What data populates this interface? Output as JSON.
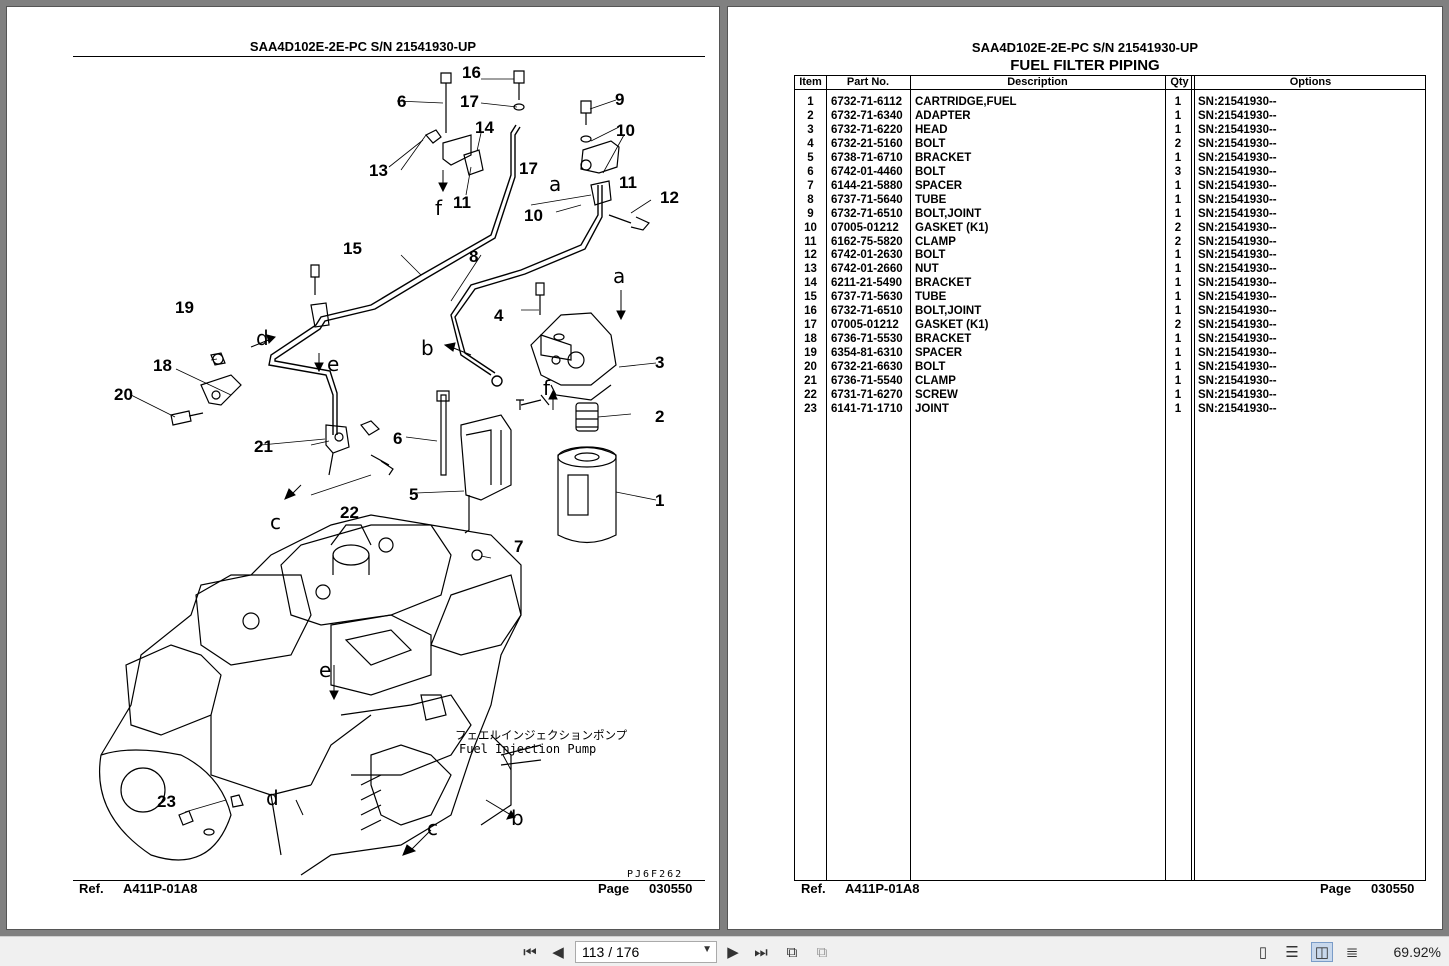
{
  "left_page": {
    "title": "SAA4D102E-2E-PC S/N 21541930-UP",
    "diagram_code": "PJ6F262",
    "pump_label_jp": "フェエルインジェクションポンプ",
    "pump_label_en": "Fuel Injection Pump",
    "callouts": [
      "1",
      "2",
      "3",
      "4",
      "5",
      "6",
      "6",
      "7",
      "8",
      "9",
      "10",
      "10",
      "11",
      "11",
      "12",
      "13",
      "14",
      "15",
      "16",
      "17",
      "17",
      "18",
      "19",
      "20",
      "21",
      "22",
      "23"
    ],
    "letters": [
      "a",
      "a",
      "b",
      "b",
      "c",
      "c",
      "d",
      "d",
      "e",
      "e",
      "f",
      "f"
    ],
    "footer": {
      "ref_label": "Ref.",
      "ref_value": "A411P-01A8",
      "page_label": "Page",
      "page_value": "030550"
    }
  },
  "right_page": {
    "title": "SAA4D102E-2E-PC S/N 21541930-UP",
    "subtitle": "FUEL FILTER PIPING",
    "table": {
      "headers": [
        "Item",
        "Part No.",
        "Description",
        "Qty",
        "Options"
      ],
      "rows": [
        [
          "1",
          "6732-71-6112",
          "CARTRIDGE,FUEL",
          "1",
          "SN:21541930--"
        ],
        [
          "2",
          "6732-71-6340",
          "ADAPTER",
          "1",
          "SN:21541930--"
        ],
        [
          "3",
          "6732-71-6220",
          "HEAD",
          "1",
          "SN:21541930--"
        ],
        [
          "4",
          "6732-21-5160",
          "BOLT",
          "2",
          "SN:21541930--"
        ],
        [
          "5",
          "6738-71-6710",
          "BRACKET",
          "1",
          "SN:21541930--"
        ],
        [
          "6",
          "6742-01-4460",
          "BOLT",
          "3",
          "SN:21541930--"
        ],
        [
          "7",
          "6144-21-5880",
          "SPACER",
          "1",
          "SN:21541930--"
        ],
        [
          "8",
          "6737-71-5640",
          "TUBE",
          "1",
          "SN:21541930--"
        ],
        [
          "9",
          "6732-71-6510",
          "BOLT,JOINT",
          "1",
          "SN:21541930--"
        ],
        [
          "10",
          "07005-01212",
          "GASKET (K1)",
          "2",
          "SN:21541930--"
        ],
        [
          "11",
          "6162-75-5820",
          "CLAMP",
          "2",
          "SN:21541930--"
        ],
        [
          "12",
          "6742-01-2630",
          "BOLT",
          "1",
          "SN:21541930--"
        ],
        [
          "13",
          "6742-01-2660",
          "NUT",
          "1",
          "SN:21541930--"
        ],
        [
          "14",
          "6211-21-5490",
          "BRACKET",
          "1",
          "SN:21541930--"
        ],
        [
          "15",
          "6737-71-5630",
          "TUBE",
          "1",
          "SN:21541930--"
        ],
        [
          "16",
          "6732-71-6510",
          "BOLT,JOINT",
          "1",
          "SN:21541930--"
        ],
        [
          "17",
          "07005-01212",
          "GASKET (K1)",
          "2",
          "SN:21541930--"
        ],
        [
          "18",
          "6736-71-5530",
          "BRACKET",
          "1",
          "SN:21541930--"
        ],
        [
          "19",
          "6354-81-6310",
          "SPACER",
          "1",
          "SN:21541930--"
        ],
        [
          "20",
          "6732-21-6630",
          "BOLT",
          "1",
          "SN:21541930--"
        ],
        [
          "21",
          "6736-71-5540",
          "CLAMP",
          "1",
          "SN:21541930--"
        ],
        [
          "22",
          "6731-71-6270",
          "SCREW",
          "1",
          "SN:21541930--"
        ],
        [
          "23",
          "6141-71-1710",
          "JOINT",
          "1",
          "SN:21541930--"
        ]
      ]
    },
    "footer": {
      "ref_label": "Ref.",
      "ref_value": "A411P-01A8",
      "page_label": "Page",
      "page_value": "030550"
    }
  },
  "toolbar": {
    "page_indicator": "113 / 176",
    "zoom": "69.92%",
    "icons": [
      "first-page-icon",
      "prev-page-icon",
      "next-page-icon",
      "last-page-icon",
      "back-view-icon",
      "forward-view-icon",
      "single-page-icon",
      "continuous-icon",
      "facing-icon",
      "continuous-facing-icon"
    ]
  },
  "colors": {
    "viewer_background": "#808080",
    "toolbar": "#f0f0f0"
  }
}
